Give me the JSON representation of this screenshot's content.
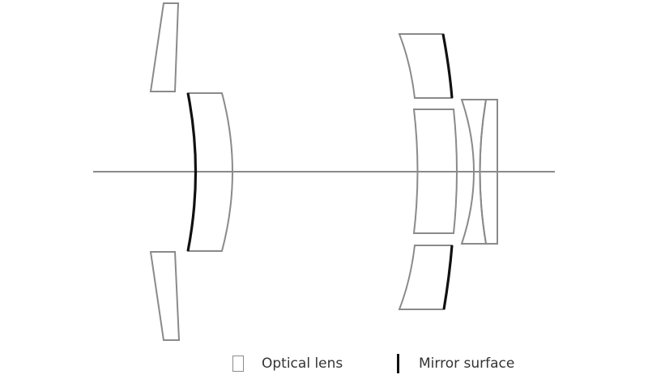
{
  "diagram": {
    "elements": [
      {
        "id": "lens-top-left-wedge",
        "kind": "optical-lens"
      },
      {
        "id": "lens-bottom-left-wedge",
        "kind": "optical-lens"
      },
      {
        "id": "lens-left-meniscus",
        "kind": "optical-lens"
      },
      {
        "id": "mirror-left-meniscus",
        "kind": "mirror-surface"
      },
      {
        "id": "lens-right-upper",
        "kind": "optical-lens"
      },
      {
        "id": "mirror-right-upper",
        "kind": "mirror-surface"
      },
      {
        "id": "lens-right-center",
        "kind": "optical-lens"
      },
      {
        "id": "lens-right-lower",
        "kind": "optical-lens"
      },
      {
        "id": "mirror-right-lower",
        "kind": "mirror-surface"
      },
      {
        "id": "lens-small-meniscus",
        "kind": "optical-lens"
      },
      {
        "id": "lens-small-planoconcave",
        "kind": "optical-lens"
      }
    ]
  },
  "legend": {
    "lens_label": "Optical lens",
    "mirror_label": "Mirror surface"
  },
  "colors": {
    "lens_stroke": "#8a8a8a",
    "mirror_stroke": "#111111",
    "background": "#ffffff"
  }
}
